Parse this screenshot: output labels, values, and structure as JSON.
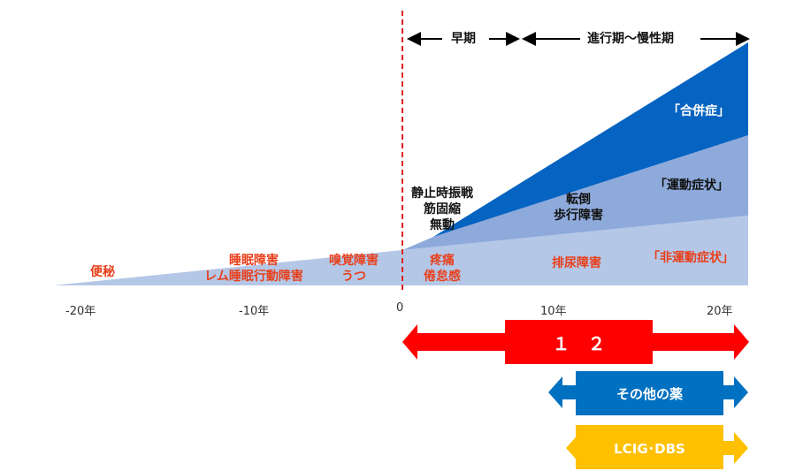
{
  "colors": {
    "non_motor": "#b4c7e7",
    "motor": "#8eaadb",
    "complication": "#0563c1",
    "red_text": "#e8401c",
    "bar_red": "#ff0000",
    "bar_blue": "#0070c0",
    "bar_yellow": "#ffc000"
  },
  "phases": {
    "early": "早期",
    "advanced": "進行期～慢性期"
  },
  "categories": {
    "complication": "「合併症」",
    "motor": "「運動症状」",
    "non_motor": "「非運動症状」"
  },
  "symptoms": {
    "constipation": "便秘",
    "sleep": [
      "睡眠障害",
      "レム睡眠行動障害"
    ],
    "smell": [
      "嗅覚障害",
      "うつ"
    ],
    "motor_early": [
      "静止時振戦",
      "筋固縮",
      "無動"
    ],
    "pain": [
      "疼痛",
      "倦怠感"
    ],
    "fall": [
      "転倒",
      "歩行障害"
    ],
    "urination": "排尿障害"
  },
  "axis_ticks": [
    "-20年",
    "-10年",
    "0",
    "10年",
    "20年"
  ],
  "treatments": {
    "bar1": "１　２",
    "bar2": "その他の薬",
    "bar3": "LCIG･DBS"
  }
}
